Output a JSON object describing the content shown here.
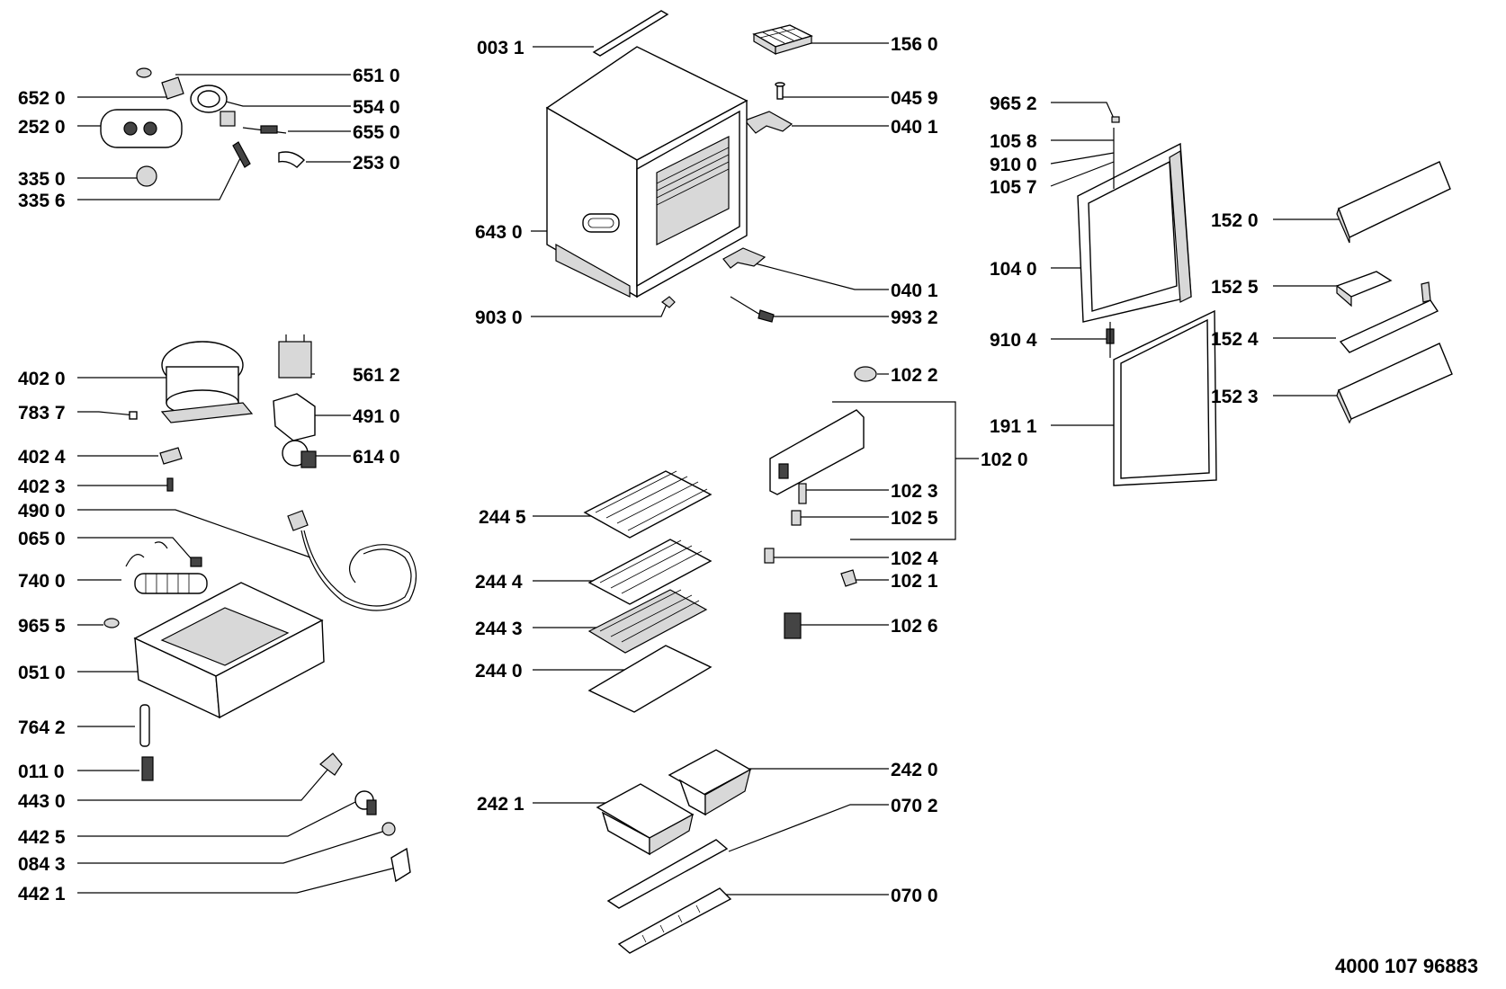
{
  "document_number": "4000 107 96883",
  "labels": [
    {
      "id": "003-1",
      "text": "003 1"
    },
    {
      "id": "156-0",
      "text": "156 0"
    },
    {
      "id": "045-9",
      "text": "045 9"
    },
    {
      "id": "040-1-a",
      "text": "040 1"
    },
    {
      "id": "643-0",
      "text": "643 0"
    },
    {
      "id": "040-1-b",
      "text": "040 1"
    },
    {
      "id": "903-0",
      "text": "903 0"
    },
    {
      "id": "993-2",
      "text": "993 2"
    },
    {
      "id": "651-0",
      "text": "651 0"
    },
    {
      "id": "652-0",
      "text": "652 0"
    },
    {
      "id": "554-0",
      "text": "554 0"
    },
    {
      "id": "252-0",
      "text": "252 0"
    },
    {
      "id": "655-0",
      "text": "655 0"
    },
    {
      "id": "253-0",
      "text": "253 0"
    },
    {
      "id": "335-0",
      "text": "335 0"
    },
    {
      "id": "335-6",
      "text": "335 6"
    },
    {
      "id": "965-2",
      "text": "965 2"
    },
    {
      "id": "105-8",
      "text": "105 8"
    },
    {
      "id": "910-0",
      "text": "910 0"
    },
    {
      "id": "105-7",
      "text": "105 7"
    },
    {
      "id": "104-0",
      "text": "104 0"
    },
    {
      "id": "910-4",
      "text": "910 4"
    },
    {
      "id": "191-1",
      "text": "191 1"
    },
    {
      "id": "152-0",
      "text": "152 0"
    },
    {
      "id": "152-5",
      "text": "152 5"
    },
    {
      "id": "152-4",
      "text": "152 4"
    },
    {
      "id": "152-3",
      "text": "152 3"
    },
    {
      "id": "402-0",
      "text": "402 0"
    },
    {
      "id": "561-2",
      "text": "561 2"
    },
    {
      "id": "783-7",
      "text": "783 7"
    },
    {
      "id": "491-0",
      "text": "491 0"
    },
    {
      "id": "402-4",
      "text": "402 4"
    },
    {
      "id": "614-0",
      "text": "614 0"
    },
    {
      "id": "402-3",
      "text": "402 3"
    },
    {
      "id": "490-0",
      "text": "490 0"
    },
    {
      "id": "065-0",
      "text": "065 0"
    },
    {
      "id": "740-0",
      "text": "740 0"
    },
    {
      "id": "965-5",
      "text": "965 5"
    },
    {
      "id": "051-0",
      "text": "051 0"
    },
    {
      "id": "764-2",
      "text": "764 2"
    },
    {
      "id": "011-0",
      "text": "011 0"
    },
    {
      "id": "443-0",
      "text": "443 0"
    },
    {
      "id": "442-5",
      "text": "442 5"
    },
    {
      "id": "084-3",
      "text": "084 3"
    },
    {
      "id": "442-1",
      "text": "442 1"
    },
    {
      "id": "102-2",
      "text": "102 2"
    },
    {
      "id": "102-0",
      "text": "102 0"
    },
    {
      "id": "102-3",
      "text": "102 3"
    },
    {
      "id": "102-5",
      "text": "102 5"
    },
    {
      "id": "102-4",
      "text": "102 4"
    },
    {
      "id": "102-1",
      "text": "102 1"
    },
    {
      "id": "102-6",
      "text": "102 6"
    },
    {
      "id": "244-5",
      "text": "244 5"
    },
    {
      "id": "244-4",
      "text": "244 4"
    },
    {
      "id": "244-3",
      "text": "244 3"
    },
    {
      "id": "244-0",
      "text": "244 0"
    },
    {
      "id": "242-0",
      "text": "242 0"
    },
    {
      "id": "242-1",
      "text": "242 1"
    },
    {
      "id": "070-2",
      "text": "070 2"
    },
    {
      "id": "070-0",
      "text": "070 0"
    }
  ]
}
